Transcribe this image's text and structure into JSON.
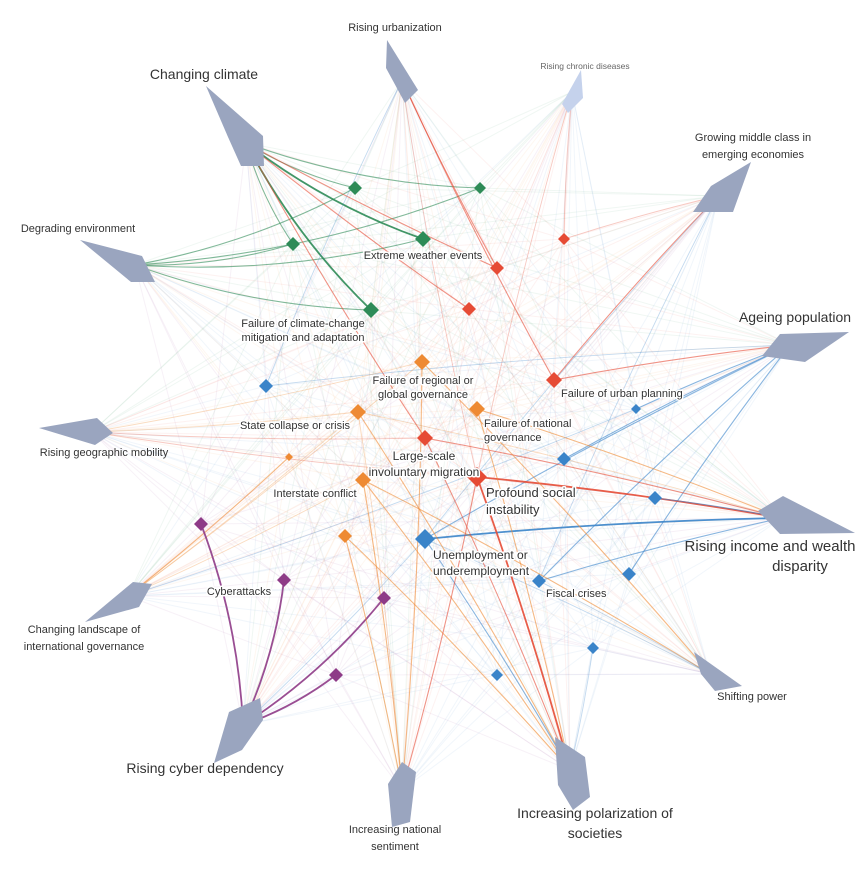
{
  "colors": {
    "trend_fill": "#9aa5bf",
    "trend_fill_dark": "#8a96b0",
    "trend_fill_light": "#c5d2ec",
    "environmental": "#2e8b57",
    "societal": "#e64b35",
    "geopolitical": "#ee8a33",
    "economic": "#3a84c9",
    "technological": "#8e3b87"
  },
  "trends": [
    {
      "id": "urbanization",
      "label": [
        "Rising urbanization"
      ]
    },
    {
      "id": "chronic",
      "label": [
        "Rising chronic diseases"
      ]
    },
    {
      "id": "climate",
      "label": [
        "Changing climate"
      ]
    },
    {
      "id": "middle_class",
      "label": [
        "Growing middle class in",
        "emerging economies"
      ]
    },
    {
      "id": "environment",
      "label": [
        "Degrading environment"
      ]
    },
    {
      "id": "ageing",
      "label": [
        "Ageing population"
      ]
    },
    {
      "id": "mobility",
      "label": [
        "Rising geographic mobility"
      ]
    },
    {
      "id": "income",
      "label": [
        "Rising income and wealth",
        "disparity"
      ]
    },
    {
      "id": "governance",
      "label": [
        "Changing landscape of",
        "international governance"
      ]
    },
    {
      "id": "power",
      "label": [
        "Shifting power"
      ]
    },
    {
      "id": "cyber",
      "label": [
        "Rising cyber dependency"
      ]
    },
    {
      "id": "polarization",
      "label": [
        "Increasing polarization of",
        "societies"
      ]
    },
    {
      "id": "national",
      "label": [
        "Increasing national",
        "sentiment"
      ]
    }
  ],
  "risks": [
    {
      "id": "extreme_weather",
      "cat": "environmental",
      "label": [
        "Extreme weather events"
      ]
    },
    {
      "id": "climate_failure",
      "cat": "environmental",
      "label": [
        "Failure of climate-change",
        "mitigation and adaptation"
      ]
    },
    {
      "id": "env_a",
      "cat": "environmental",
      "label": []
    },
    {
      "id": "env_b",
      "cat": "environmental",
      "label": []
    },
    {
      "id": "env_c",
      "cat": "environmental",
      "label": []
    },
    {
      "id": "urban_planning",
      "cat": "societal",
      "label": [
        "Failure of urban planning"
      ]
    },
    {
      "id": "involuntary_migration",
      "cat": "societal",
      "label": [
        "Large-scale",
        "involuntary migration"
      ]
    },
    {
      "id": "social_instability",
      "cat": "societal",
      "label": [
        "Profound social",
        "instability"
      ]
    },
    {
      "id": "soc_a",
      "cat": "societal",
      "label": []
    },
    {
      "id": "soc_b",
      "cat": "societal",
      "label": []
    },
    {
      "id": "soc_c",
      "cat": "societal",
      "label": []
    },
    {
      "id": "regional_governance",
      "cat": "geopolitical",
      "label": [
        "Failure of regional or",
        "global governance"
      ]
    },
    {
      "id": "national_governance",
      "cat": "geopolitical",
      "label": [
        "Failure of national",
        "governance"
      ]
    },
    {
      "id": "state_collapse",
      "cat": "geopolitical",
      "label": [
        "State collapse or crisis"
      ]
    },
    {
      "id": "interstate_conflict",
      "cat": "geopolitical",
      "label": [
        "Interstate conflict"
      ]
    },
    {
      "id": "geo_a",
      "cat": "geopolitical",
      "label": []
    },
    {
      "id": "geo_b",
      "cat": "geopolitical",
      "label": []
    },
    {
      "id": "unemployment",
      "cat": "economic",
      "label": [
        "Unemployment or",
        "underemployment"
      ]
    },
    {
      "id": "fiscal_crises",
      "cat": "economic",
      "label": [
        "Fiscal crises"
      ]
    },
    {
      "id": "eco_a",
      "cat": "economic",
      "label": []
    },
    {
      "id": "eco_b",
      "cat": "economic",
      "label": []
    },
    {
      "id": "eco_c",
      "cat": "economic",
      "label": []
    },
    {
      "id": "eco_d",
      "cat": "economic",
      "label": []
    },
    {
      "id": "eco_e",
      "cat": "economic",
      "label": []
    },
    {
      "id": "eco_f",
      "cat": "economic",
      "label": []
    },
    {
      "id": "eco_g",
      "cat": "economic",
      "label": []
    },
    {
      "id": "cyberattacks",
      "cat": "technological",
      "label": [
        "Cyberattacks"
      ]
    },
    {
      "id": "tech_a",
      "cat": "technological",
      "label": []
    },
    {
      "id": "tech_b",
      "cat": "technological",
      "label": []
    },
    {
      "id": "tech_c",
      "cat": "technological",
      "label": []
    }
  ],
  "links": [
    [
      "climate",
      "extreme_weather",
      "strong"
    ],
    [
      "climate",
      "climate_failure",
      "strong"
    ],
    [
      "climate",
      "env_a",
      "mid"
    ],
    [
      "climate",
      "env_b",
      "mid"
    ],
    [
      "climate",
      "env_c",
      "mid"
    ],
    [
      "environment",
      "extreme_weather",
      "mid"
    ],
    [
      "environment",
      "climate_failure",
      "mid"
    ],
    [
      "environment",
      "env_a",
      "mid"
    ],
    [
      "environment",
      "env_b",
      "mid"
    ],
    [
      "environment",
      "env_c",
      "mid"
    ],
    [
      "climate",
      "soc_a",
      "mid"
    ],
    [
      "climate",
      "soc_b",
      "mid"
    ],
    [
      "climate",
      "involuntary_migration",
      "mid"
    ],
    [
      "urbanization",
      "urban_planning",
      "mid"
    ],
    [
      "urbanization",
      "soc_a",
      "mid"
    ],
    [
      "urbanization",
      "social_instability",
      "light"
    ],
    [
      "urbanization",
      "eco_a",
      "light"
    ],
    [
      "middle_class",
      "urban_planning",
      "mid"
    ],
    [
      "middle_class",
      "soc_c",
      "light"
    ],
    [
      "middle_class",
      "fiscal_crises",
      "light"
    ],
    [
      "middle_class",
      "unemployment",
      "light"
    ],
    [
      "chronic",
      "soc_c",
      "light"
    ],
    [
      "chronic",
      "social_instability",
      "light"
    ],
    [
      "ageing",
      "urban_planning",
      "mid"
    ],
    [
      "ageing",
      "unemployment",
      "mid"
    ],
    [
      "ageing",
      "eco_b",
      "mid"
    ],
    [
      "ageing",
      "eco_c",
      "mid"
    ],
    [
      "ageing",
      "fiscal_crises",
      "mid"
    ],
    [
      "ageing",
      "eco_a",
      "light"
    ],
    [
      "ageing",
      "eco_e",
      "mid"
    ],
    [
      "income",
      "social_instability",
      "strong"
    ],
    [
      "income",
      "unemployment",
      "strong"
    ],
    [
      "income",
      "involuntary_migration",
      "mid"
    ],
    [
      "income",
      "national_governance",
      "mid"
    ],
    [
      "income",
      "fiscal_crises",
      "mid"
    ],
    [
      "income",
      "eco_d",
      "mid"
    ],
    [
      "income",
      "state_collapse",
      "light"
    ],
    [
      "mobility",
      "regional_governance",
      "light"
    ],
    [
      "mobility",
      "involuntary_migration",
      "light"
    ],
    [
      "mobility",
      "state_collapse",
      "light"
    ],
    [
      "mobility",
      "social_instability",
      "light"
    ],
    [
      "governance",
      "regional_governance",
      "light"
    ],
    [
      "governance",
      "geo_a",
      "mid"
    ],
    [
      "governance",
      "interstate_conflict",
      "light"
    ],
    [
      "governance",
      "state_collapse",
      "light"
    ],
    [
      "governance",
      "eco_b",
      "light"
    ],
    [
      "power",
      "interstate_conflict",
      "mid"
    ],
    [
      "power",
      "regional_governance",
      "mid"
    ],
    [
      "power",
      "fiscal_crises",
      "light"
    ],
    [
      "power",
      "unemployment",
      "light"
    ],
    [
      "cyber",
      "cyberattacks",
      "strong"
    ],
    [
      "cyber",
      "tech_a",
      "strong"
    ],
    [
      "cyber",
      "tech_b",
      "strong"
    ],
    [
      "cyber",
      "tech_c",
      "strong"
    ],
    [
      "cyber",
      "unemployment",
      "light"
    ],
    [
      "polarization",
      "social_instability",
      "strong"
    ],
    [
      "polarization",
      "state_collapse",
      "mid"
    ],
    [
      "polarization",
      "interstate_conflict",
      "mid"
    ],
    [
      "polarization",
      "involuntary_migration",
      "mid"
    ],
    [
      "polarization",
      "national_governance",
      "mid"
    ],
    [
      "polarization",
      "geo_b",
      "mid"
    ],
    [
      "polarization",
      "eco_f",
      "light"
    ],
    [
      "polarization",
      "unemployment",
      "mid"
    ],
    [
      "national",
      "interstate_conflict",
      "mid"
    ],
    [
      "national",
      "regional_governance",
      "mid"
    ],
    [
      "national",
      "geo_b",
      "mid"
    ],
    [
      "national",
      "social_instability",
      "mid"
    ],
    [
      "national",
      "state_collapse",
      "light"
    ]
  ]
}
